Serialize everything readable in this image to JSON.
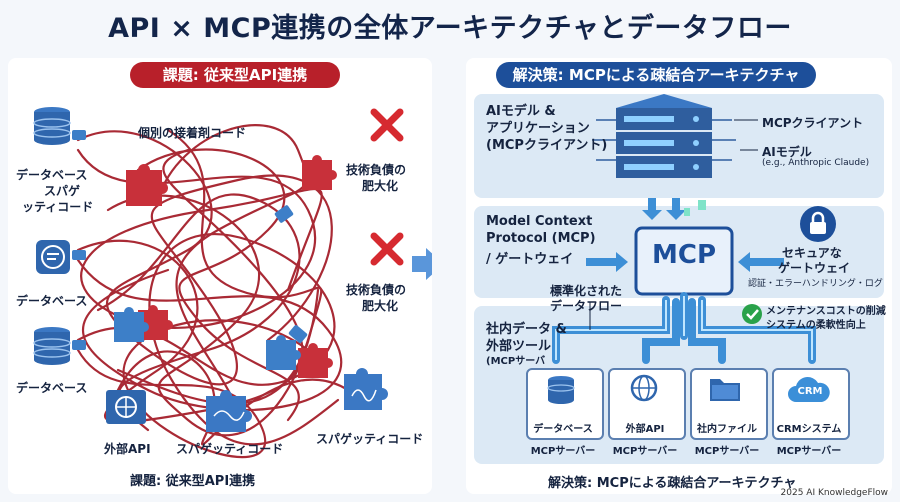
{
  "title": "API × MCP連携の全体アーキテクチャとデータフロー",
  "left": {
    "header": "課題: 従来型API連携",
    "footer": "課題: 従来型API連携",
    "labels": {
      "db1": "データベース",
      "spaghetti1_line1": "スパゲ",
      "spaghetti1_line2": "ッティコード",
      "db2": "データベース",
      "db3": "データベース",
      "glue_code": "個別の接着剤コード",
      "debt1_line1": "技術負債の",
      "debt1_line2": "肥大化",
      "debt2_line1": "技術負債の",
      "debt2_line2": "肥大化",
      "external_api": "外部API",
      "spaghetti2": "スパゲッティコード",
      "spaghetti3": "スパゲッティコード"
    }
  },
  "right": {
    "header": "解決策: MCPによる疎結合アーキテクチャ",
    "footer": "解決策: MCPによる疎結合アーキテクチャ",
    "ai_zone": {
      "line1": "AIモデル &",
      "line2": "アプリケーション",
      "line3": "(MCPクライアント)",
      "client_label": "MCPクライアント",
      "model_label": "AIモデル",
      "model_sub": "(e.g., Anthropic Claude)"
    },
    "protocol_zone": {
      "line1": "Model Context",
      "line2": "Protocol (MCP)",
      "line3": "/ ゲートウェイ",
      "mcp_box": "MCP",
      "secure_line1": "セキュアな",
      "secure_line2": "ゲートウェイ",
      "secure_sub": "認証・エラーハンドリング・ログ"
    },
    "data_zone": {
      "standard_line1": "標準化された",
      "standard_line2": "データフロー",
      "line1": "社内データ &",
      "line2": "外部ツール",
      "line3": "(MCPサーバ",
      "maint_line1": "メンテナンスコストの削減",
      "maint_line2": "システムの柔軟性向上",
      "servers": [
        {
          "name": "データベース",
          "role": "MCPサーバー"
        },
        {
          "name": "外部API",
          "role": "MCPサーバー"
        },
        {
          "name": "社内ファイル",
          "role": "MCPサーバー"
        },
        {
          "name": "CRMシステム",
          "role": "MCPサーバー"
        }
      ],
      "crm_badge": "CRM"
    }
  },
  "copyright": "2025 AI KnowledgeFlow",
  "colors": {
    "red": "#b8202a",
    "navy": "#1d4f9a",
    "zone": "#dce9f5",
    "pipe": "#3d8fd6",
    "spaghetti": "#a92a35"
  }
}
